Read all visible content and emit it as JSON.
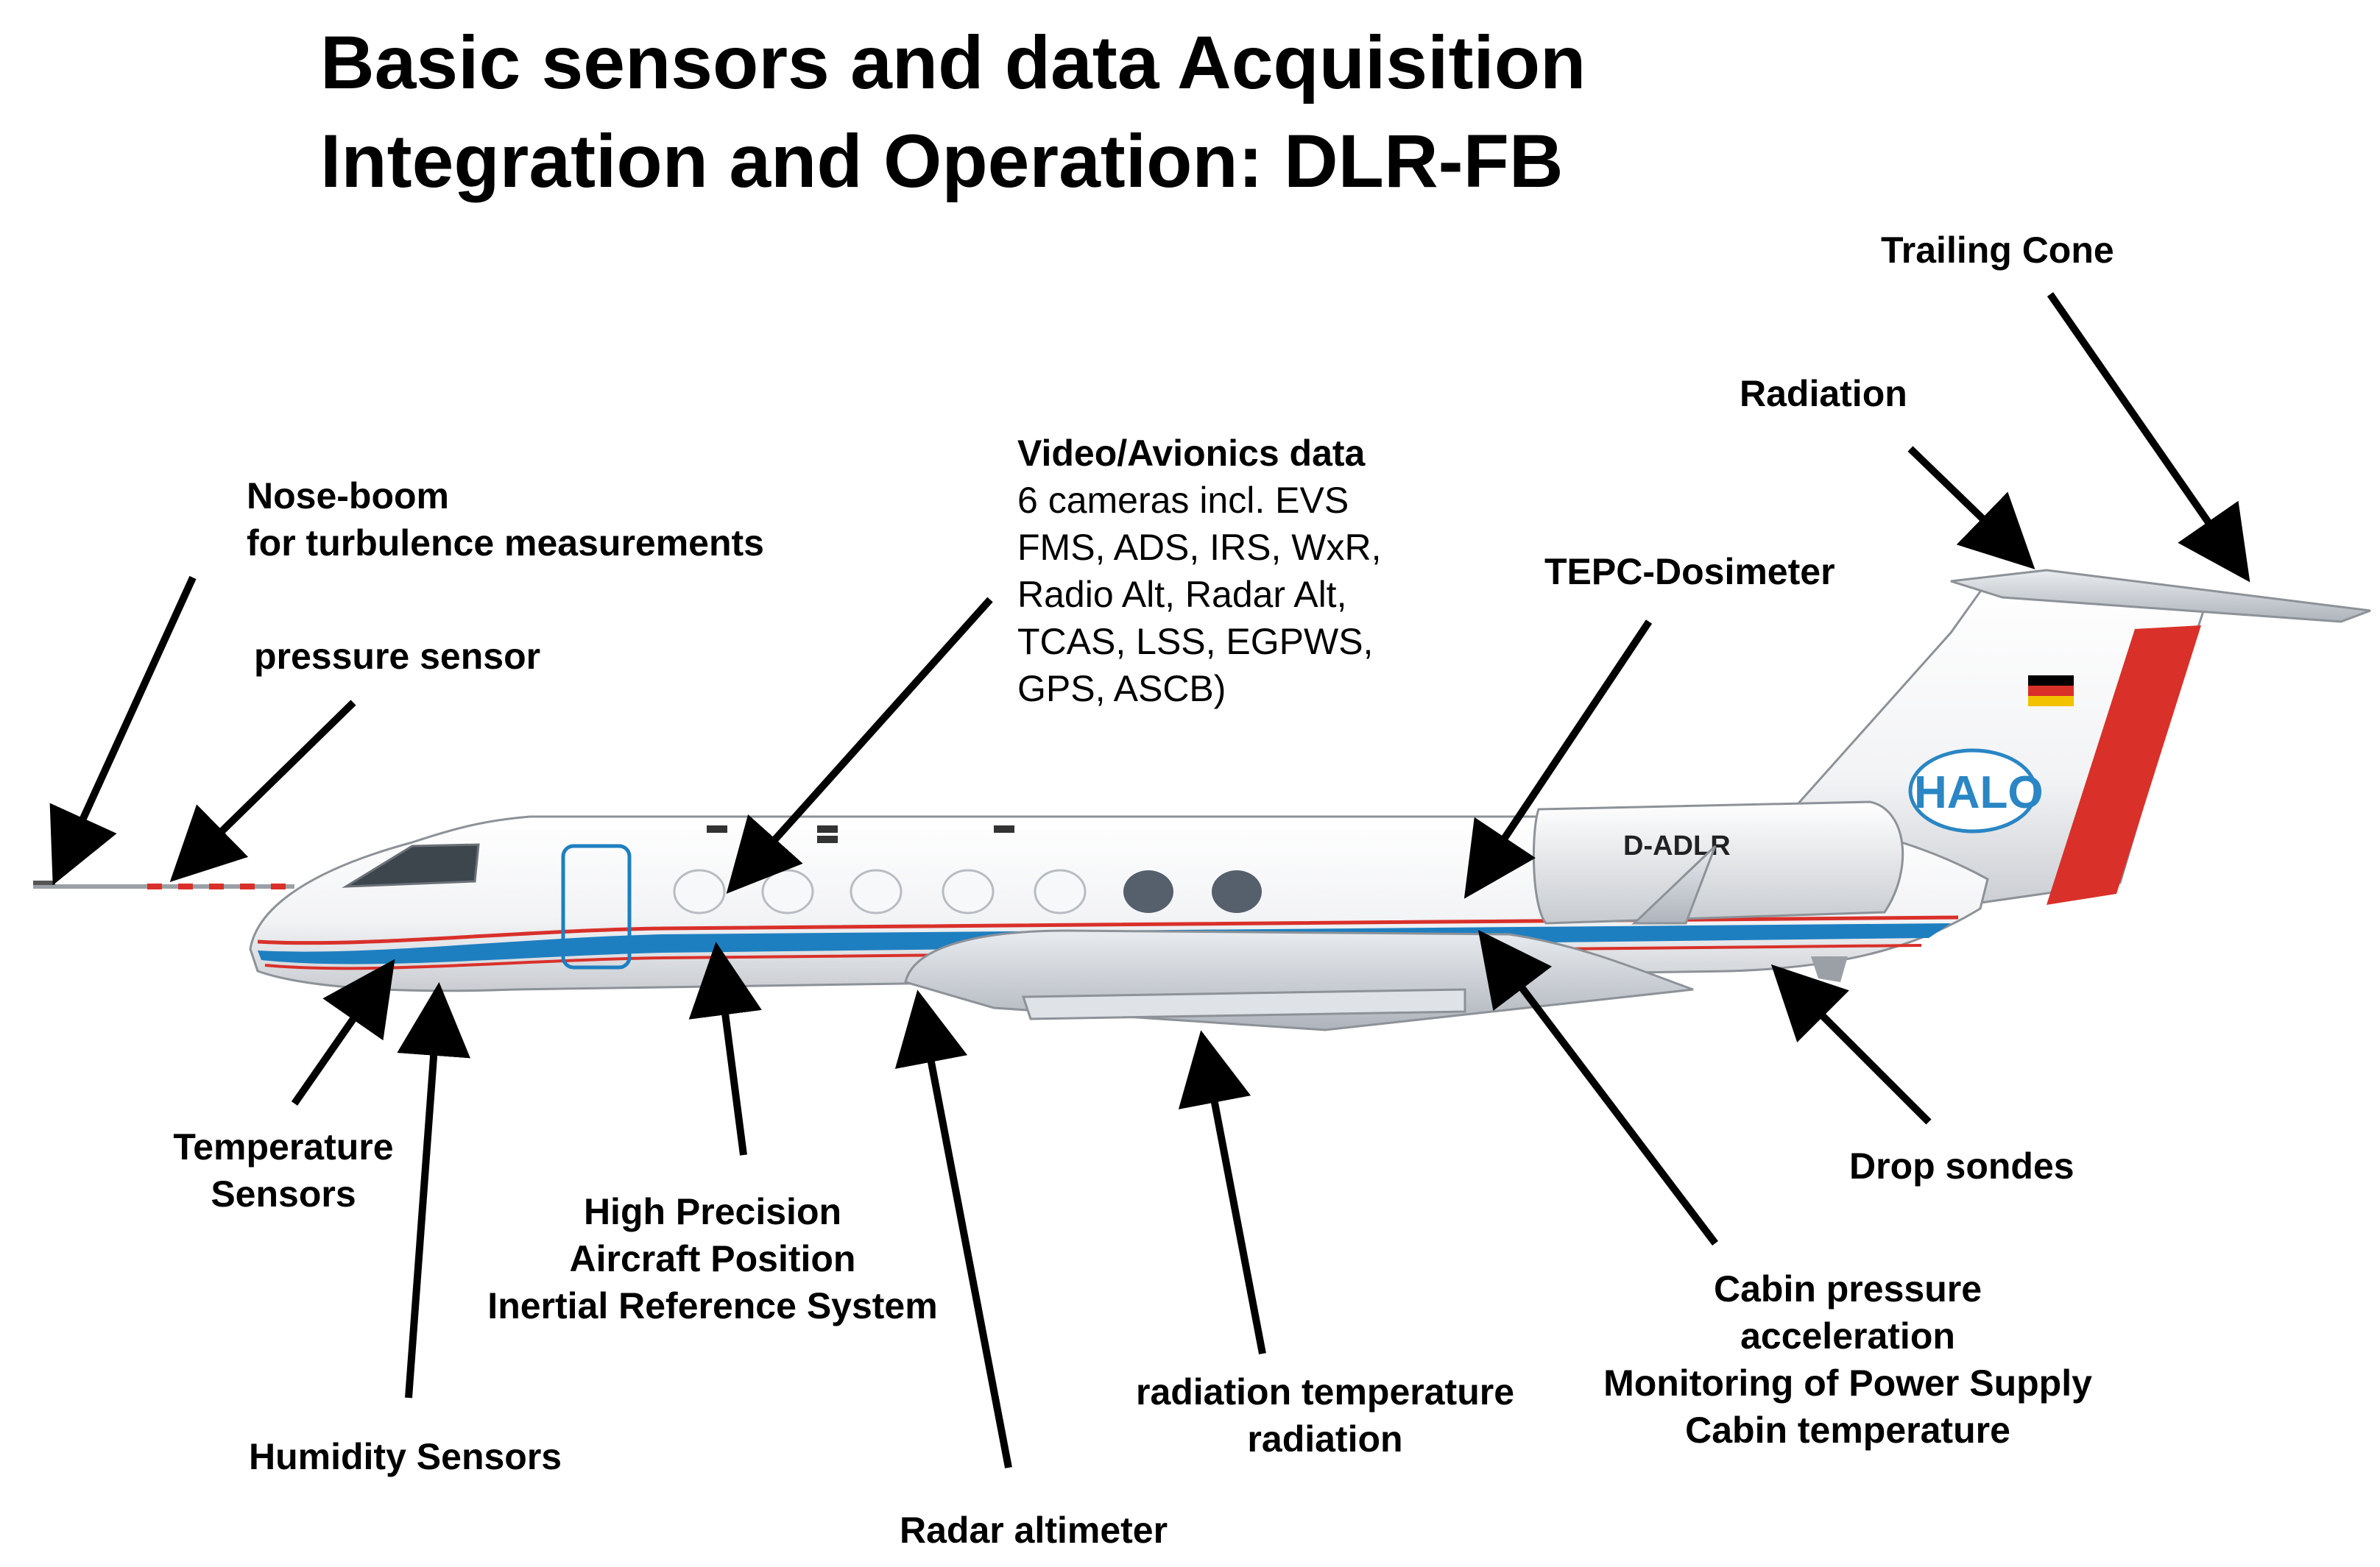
{
  "title": {
    "line1": "Basic sensors and data Acquisition",
    "line2": "Integration and Operation: DLR-FB"
  },
  "aircraft": {
    "registration": "D-ADLR",
    "logo_text": "HALO",
    "flag": "german-flag-icon"
  },
  "labels": {
    "nose_boom": {
      "line1": "Nose-boom",
      "line2": "for turbulence measurements"
    },
    "pressure_sensor": "pressure sensor",
    "video_avionics": {
      "heading": "Video/Avionics data",
      "lines": [
        "6 cameras incl. EVS",
        "FMS, ADS, IRS, WxR,",
        "Radio Alt, Radar Alt,",
        "TCAS, LSS, EGPWS,",
        "GPS, ASCB)"
      ]
    },
    "tepc_dosimeter": "TEPC-Dosimeter",
    "radiation": "Radiation",
    "trailing_cone": "Trailing Cone",
    "temperature_sensors": {
      "line1": "Temperature",
      "line2": "Sensors"
    },
    "humidity_sensors": "Humidity Sensors",
    "high_precision": {
      "line1": "High Precision",
      "line2": "Aircraft Position",
      "line3": "Inertial Reference System"
    },
    "radar_altimeter": "Radar altimeter",
    "radiation_temperature": {
      "line1": "radiation temperature",
      "line2": "radiation"
    },
    "cabin": {
      "line1": "Cabin pressure",
      "line2": "acceleration",
      "line3": "Monitoring of Power Supply",
      "line4": "Cabin temperature"
    },
    "drop_sondes": "Drop sondes"
  },
  "colors": {
    "stripe_blue": "#1e7fc0",
    "stripe_red": "#d9302a",
    "tail_red": "#d9302a",
    "logo_blue": "#2a86c4"
  }
}
